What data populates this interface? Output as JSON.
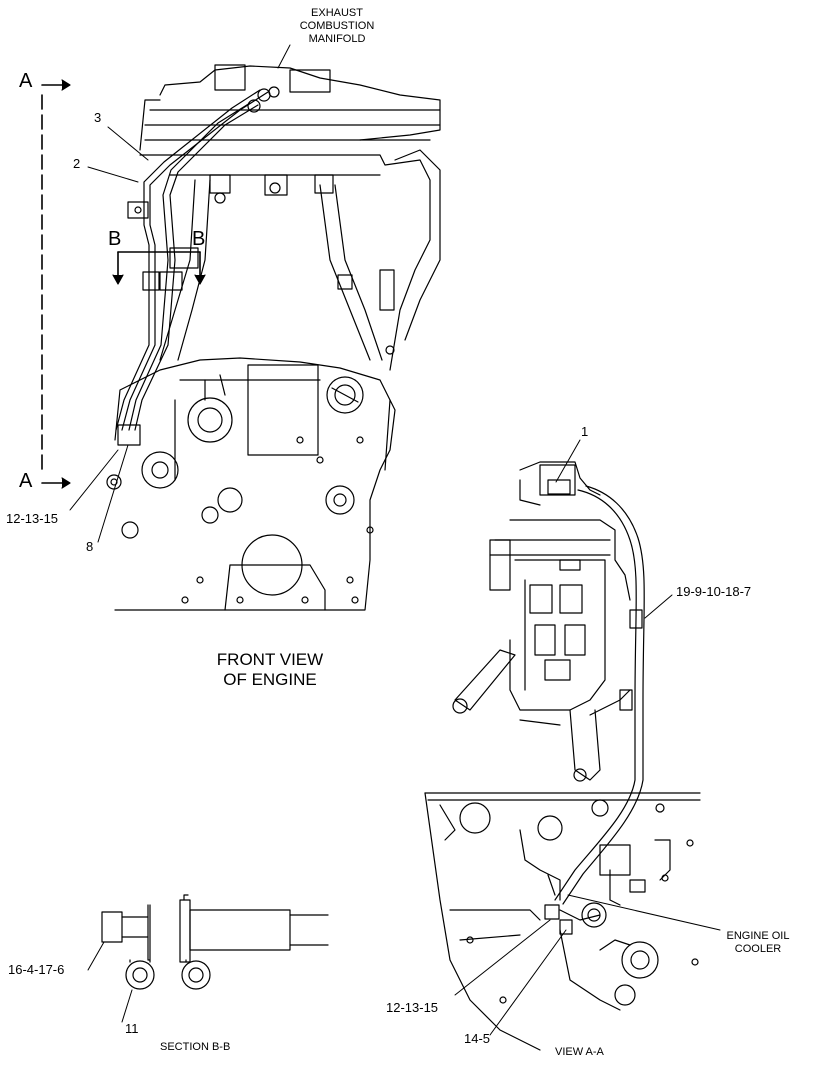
{
  "labels": {
    "exhaust_manifold": [
      "EXHAUST",
      "COMBUSTION",
      "MANIFOLD"
    ],
    "front_view": [
      "FRONT VIEW",
      "OF ENGINE"
    ],
    "engine_oil_cooler": [
      "ENGINE OIL",
      "COOLER"
    ],
    "section_bb": "SECTION B-B",
    "view_aa": "VIEW A-A",
    "section_mark_a": "A",
    "section_mark_b": "B"
  },
  "callouts": {
    "c3": "3",
    "c2": "2",
    "c12_13_15_front": "12-13-15",
    "c8": "8",
    "c1": "1",
    "c19_9_10_18_7": "19-9-10-18-7",
    "c16_4_17_6": "16-4-17-6",
    "c11": "11",
    "c12_13_15_view": "12-13-15",
    "c14_5": "14-5"
  }
}
